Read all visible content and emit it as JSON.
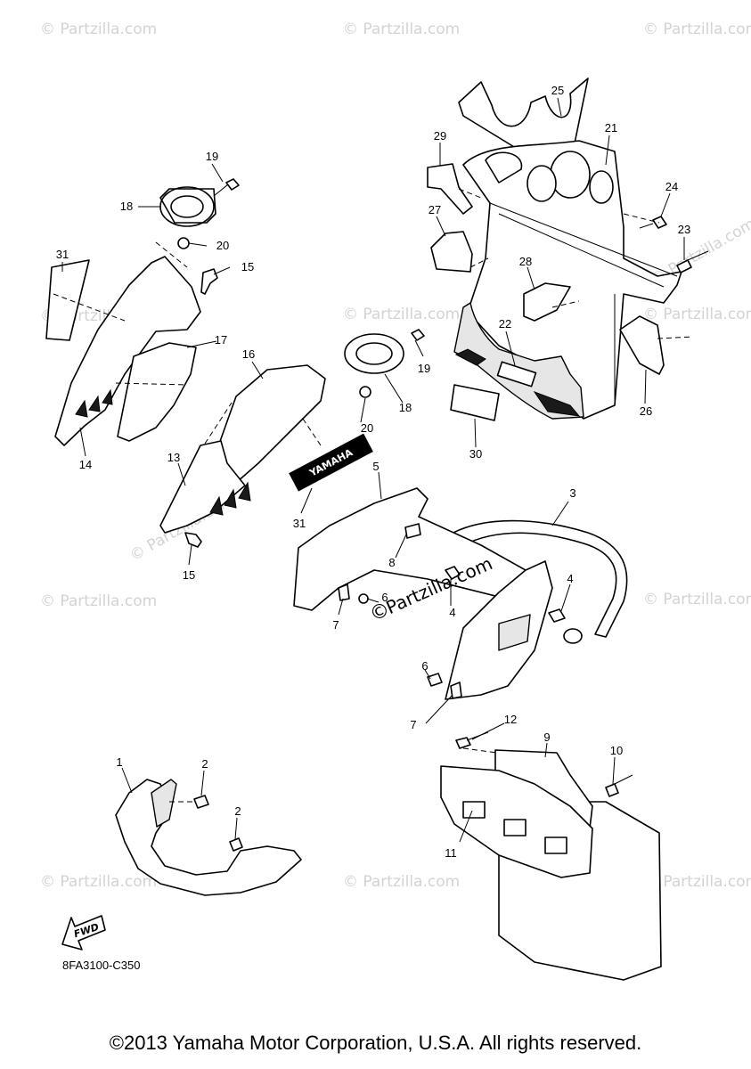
{
  "diagram": {
    "callouts": [
      "1",
      "2",
      "2",
      "3",
      "4",
      "4",
      "5",
      "6",
      "6",
      "7",
      "7",
      "8",
      "9",
      "10",
      "11",
      "12",
      "13",
      "14",
      "15",
      "15",
      "16",
      "17",
      "18",
      "18",
      "19",
      "19",
      "20",
      "20",
      "21",
      "22",
      "23",
      "24",
      "25",
      "26",
      "27",
      "28",
      "29",
      "30",
      "31",
      "31"
    ],
    "watermark_text": "© Partzilla.com",
    "center_watermark": "Partzilla.com",
    "center_watermark_prefix": "©",
    "fwd_label": "FWD",
    "logo_label": "YAMAHA",
    "diagram_code": "8FA3100-C350"
  },
  "footer": {
    "copyright": "©2013 Yamaha Motor Corporation, U.S.A. All rights reserved."
  }
}
